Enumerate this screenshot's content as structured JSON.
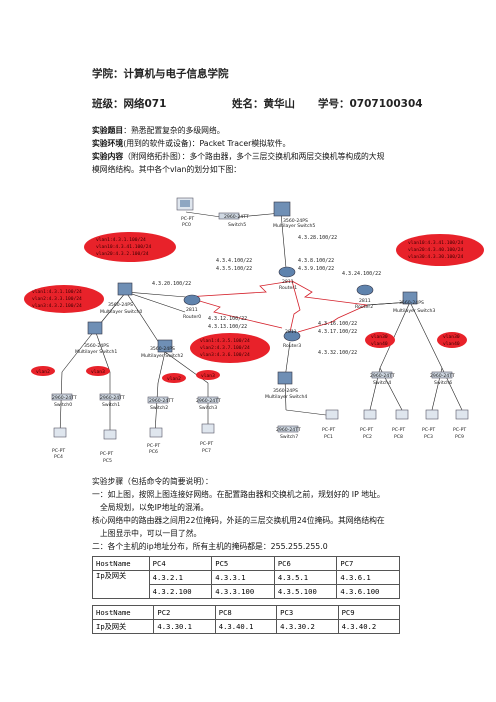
{
  "header": {
    "college_label": "学院：",
    "college": "计算机与电子信息学院",
    "class_label": "班级：",
    "class": "网络071",
    "name_label": "姓名：",
    "name": "黄华山",
    "id_label": "学号：",
    "id": "0707100304"
  },
  "intro": {
    "title_label": "实验题目",
    "title": "：熟悉配置复杂的多级网络。",
    "env_label": "实验环境",
    "env": "(用到的软件或设备)：Packet Tracer模拟软件。",
    "content_label": "实验内容",
    "content_1": "（附网络拓扑图）：多个路由器，多个三层交换机和两层交换机等构成的大规",
    "content_2": "模网络结构。其中各个vlan的划分如下图："
  },
  "diagram": {
    "devices": {
      "pc0": [
        "PC-PT",
        "PC0"
      ],
      "switch5": [
        "2960-24TT",
        "Switch5"
      ],
      "mswitch5": [
        "3560-24PS",
        "Multilayer Switch5"
      ],
      "router1": [
        "2811",
        "Router1"
      ],
      "router2": [
        "2811",
        "Router2"
      ],
      "router0": [
        "2811",
        "Router0"
      ],
      "router3": [
        "2811",
        "Router3"
      ],
      "mswitch0": [
        "3560-24PS",
        "Multilayer Switch0"
      ],
      "mswitch1": [
        "3560-24PS",
        "Multilayer Switch1"
      ],
      "mswitch2": [
        "3560-24PS",
        "Multilayer Switch2"
      ],
      "mswitch3": [
        "3560-24PS",
        "Multilayer Switch3"
      ],
      "mswitch4": [
        "3560-24PS",
        "Multilayer Switch4"
      ],
      "switch0": [
        "2960-24TT",
        "Switch0"
      ],
      "switch1": [
        "2960-24TT",
        "Switch1"
      ],
      "switch2": [
        "2960-24TT",
        "Switch2"
      ],
      "switch3": [
        "2960-24TT",
        "Switch3"
      ],
      "switch4": [
        "2960-24TT",
        "Switch4"
      ],
      "switch6": [
        "2960-24TT",
        "Switch6"
      ],
      "switch7": [
        "2960-24TT",
        "Switch7"
      ],
      "pc4": [
        "PC-PT",
        "PC4"
      ],
      "pc5": [
        "PC-PT",
        "PC5"
      ],
      "pc6": [
        "PC-PT",
        "PC6"
      ],
      "pc7": [
        "PC-PT",
        "PC7"
      ],
      "pc1": [
        "PC-PT",
        "PC1"
      ],
      "pc2": [
        "PC-PT",
        "PC2"
      ],
      "pc8": [
        "PC-PT",
        "PC8"
      ],
      "pc3": [
        "PC-PT",
        "PC3"
      ],
      "pc9": [
        "PC-PT",
        "PC9"
      ]
    },
    "links": {
      "l1": "4.3.28.100/22",
      "l2a": "4.3.4.100/22",
      "l2b": "4.3.5.100/22",
      "l3a": "4.3.8.100/22",
      "l3b": "4.3.9.100/22",
      "l4": "4.3.24.100/22",
      "l5": "4.3.20.100/22",
      "l6a": "4.3.12.100/22",
      "l6b": "4.3.13.100/22",
      "l7a": "4.3.16.100/22",
      "l7b": "4.3.17.100/22",
      "l8": "4.3.32.100/22"
    },
    "bubbles": {
      "b1": [
        "vlan1:4.3.1.100/24",
        "vlan10:4.3.41.100/24",
        "vlan20:4.3.2.100/24"
      ],
      "b2": [
        "vlan1:4.3.1.100/24",
        "vlan2:4.3.3.100/24",
        "vlan3:4.3.2.100/24"
      ],
      "b3": [
        "vlan1:4.3.5.100/24",
        "vlan2:4.3.7.100/24",
        "vlan3:4.3.6.100/24"
      ],
      "b4": [
        "vlan10:4.3.41.100/24",
        "vlan20:4.3.40.100/24",
        "vlan30:4.3.30.100/24"
      ],
      "vl_s0": "vlan2",
      "vl_s1": "vlan3",
      "vl_s2": "vlan2",
      "vl_s3": "vlan3",
      "vl_s4": [
        "vlan30",
        "vlan40"
      ],
      "vl_s6": [
        "vlan30",
        "vlan40"
      ]
    }
  },
  "steps": {
    "heading": "实验步骤（包括命令的简要说明）：",
    "s1_a": "一：如上图，按照上图连接好网络。在配置路由器和交换机之前，规划好的 IP 地址。",
    "s1_b": "全局规划，以免IP地址的混淆。",
    "s1_c": "核心网络中的路由器之间用22位掩码，外延的三层交换机用24位掩码。其网络结构在",
    "s1_d": "上图显示中，可以一目了然。",
    "s2": "二：各个主机的ip地址分布，所有主机的掩码都是：255.255.255.0"
  },
  "table1": {
    "header": [
      "HostName",
      "PC4",
      "PC5",
      "PC6",
      "PC7"
    ],
    "row_label": "Ip及网关",
    "ips": [
      "4.3.2.1",
      "4.3.3.1",
      "4.3.5.1",
      "4.3.6.1"
    ],
    "gateways": [
      "4.3.2.100",
      "4.3.3.100",
      "4.3.5.100",
      "4.3.6.100"
    ]
  },
  "table2": {
    "header": [
      "HostName",
      "PC2",
      "PC8",
      "PC3",
      "PC9"
    ],
    "row_label": "Ip及网关",
    "ips": [
      "4.3.30.1",
      "4.3.40.1",
      "4.3.30.2",
      "4.3.40.2"
    ]
  },
  "colors": {
    "bubble": "#e8222a",
    "serial_link": "#d4202a",
    "wire": "#222222"
  }
}
